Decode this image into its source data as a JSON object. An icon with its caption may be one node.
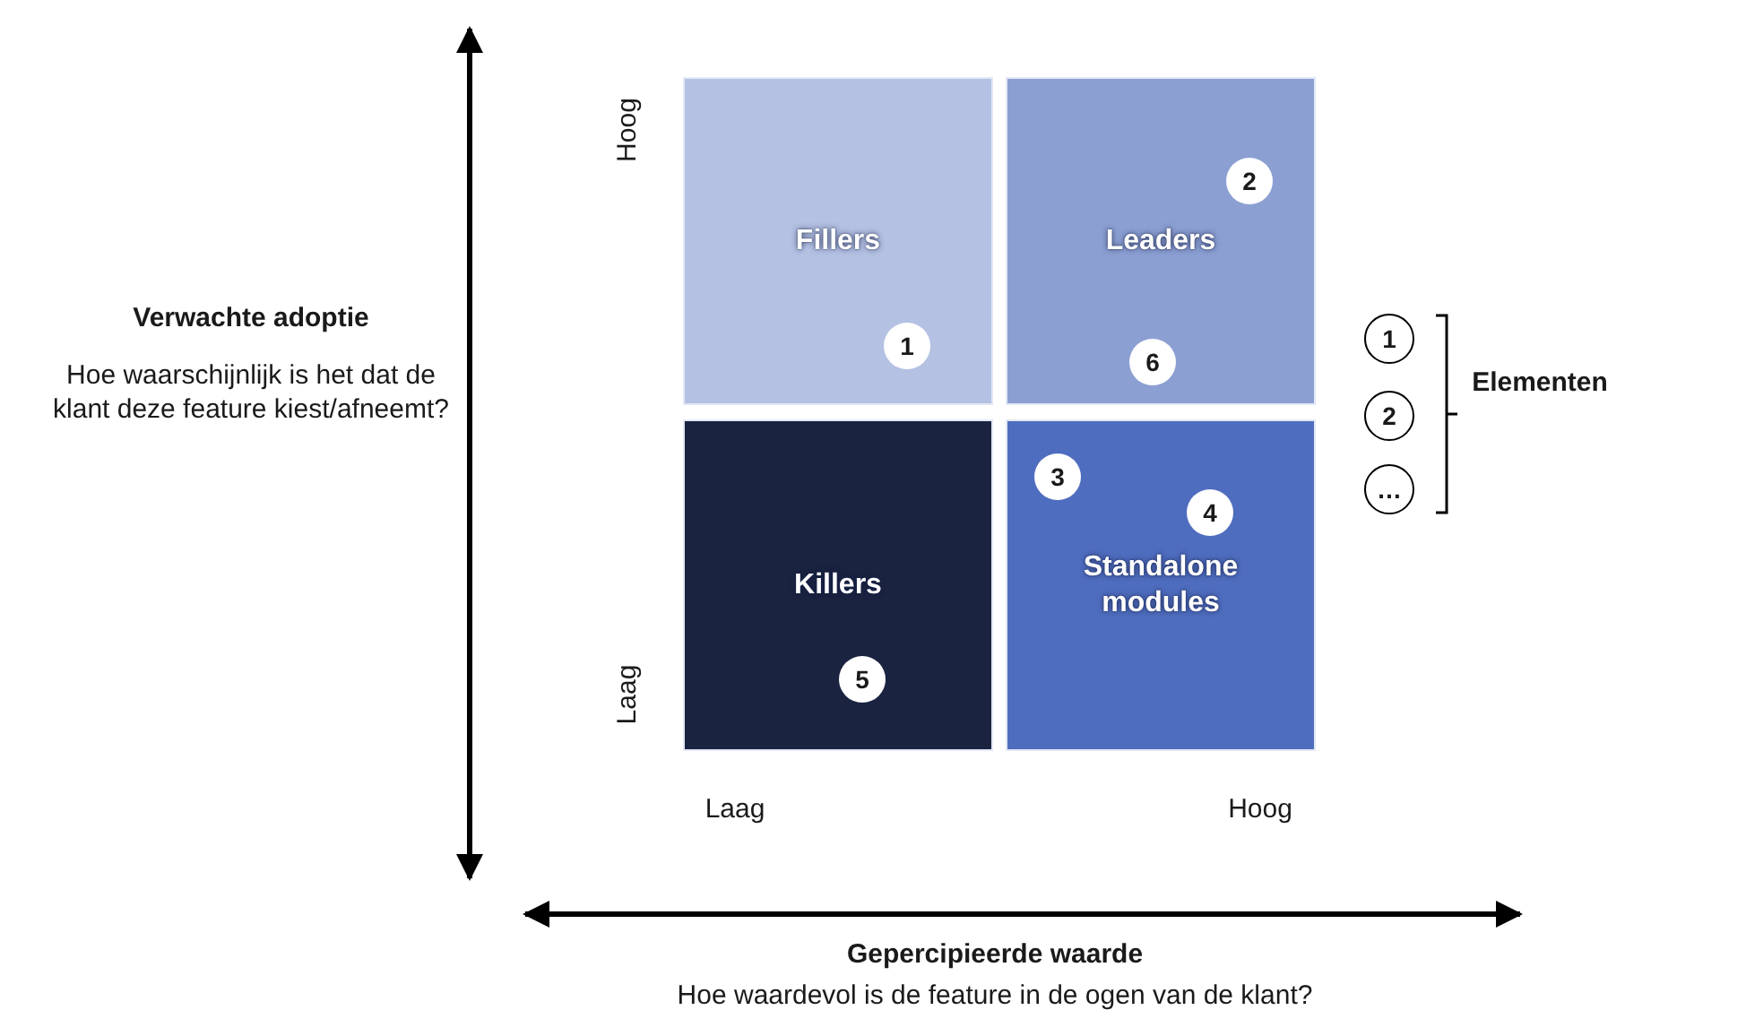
{
  "diagram": {
    "nodes": [
      {
        "text": [
          "Fillers"
        ]
      },
      {
        "text": [
          "Leaders"
        ]
      },
      {
        "text": [
          "Killers"
        ]
      },
      {
        "text": [
          "Standalone modules"
        ]
      },
      {
        "text": [
          "2"
        ],
        "in": 1
      },
      {
        "text": [
          "1"
        ],
        "in": 0
      },
      {
        "text": [
          "6"
        ],
        "in": 1
      },
      {
        "text": [
          "3"
        ],
        "in": 3
      },
      {
        "text": [
          "4"
        ],
        "in": 3
      },
      {
        "text": [
          "5"
        ],
        "in": 2
      },
      {
        "text": [
          "1"
        ]
      },
      {
        "text": [
          "2"
        ]
      },
      {
        "text": [
          "…"
        ]
      }
    ],
    "labels": [
      "Verwachte adoptie",
      "Hoe waarschijnlijk is het dat de klant deze feature kiest/afneemt?",
      "Hoog",
      "Laag",
      "Laag",
      "Hoog",
      "Elementen",
      "Gepercipieerde waarde",
      "Hoe waardevol is de feature in de ogen van de klant?"
    ]
  }
}
